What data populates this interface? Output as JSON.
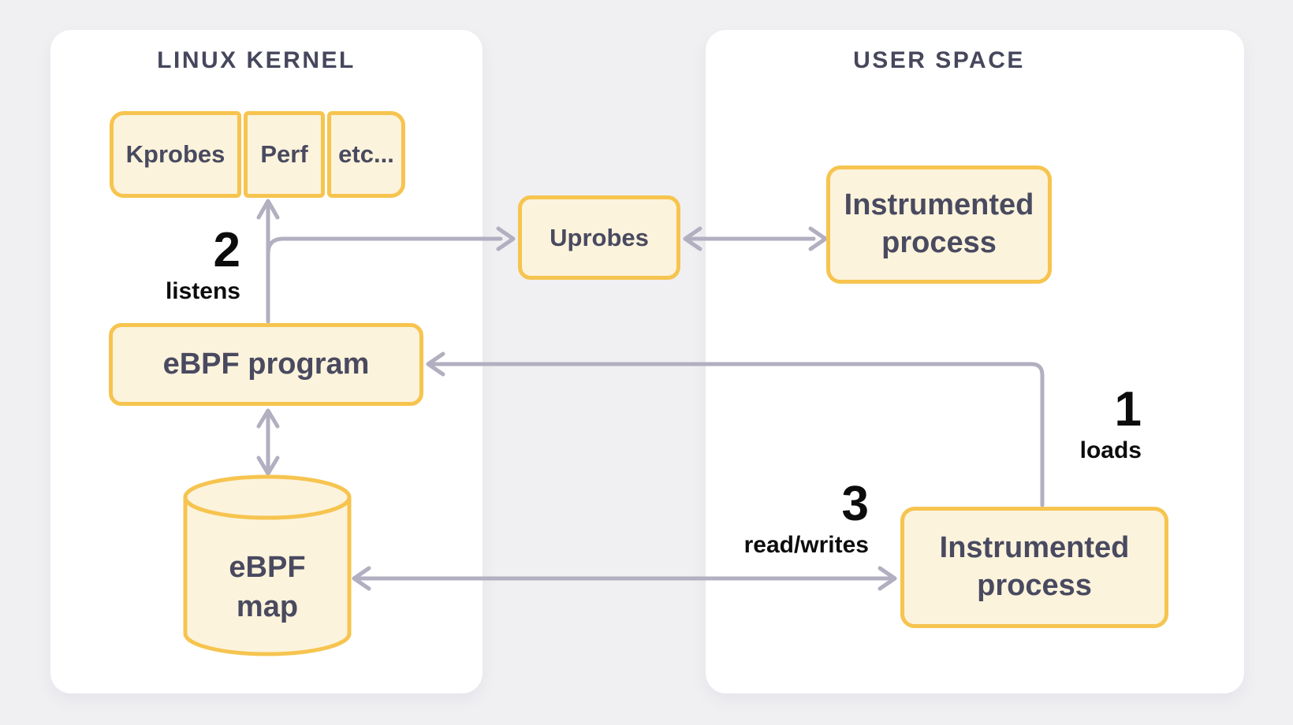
{
  "panels": {
    "kernel": {
      "title": "LINUX KERNEL"
    },
    "user": {
      "title": "USER SPACE"
    }
  },
  "nodes": {
    "kprobes": "Kprobes",
    "perf": "Perf",
    "etc": "etc...",
    "uprobes": "Uprobes",
    "ebpf_program": "eBPF program",
    "ebpf_map": "eBPF map",
    "instrumented_top": "Instrumented process",
    "instrumented_bottom": "Instrumented process"
  },
  "annotations": {
    "step1": {
      "number": "1",
      "label": "loads"
    },
    "step2": {
      "number": "2",
      "label": "listens"
    },
    "step3": {
      "number": "3",
      "label": "read/writes"
    }
  },
  "colors": {
    "background": "#f0f0f3",
    "panel": "#ffffff",
    "node_fill": "#fcf3dc",
    "node_border": "#f6c44f",
    "node_text": "#494a60",
    "connector": "#b1afc0",
    "annotation_text": "#0c0c0c"
  }
}
